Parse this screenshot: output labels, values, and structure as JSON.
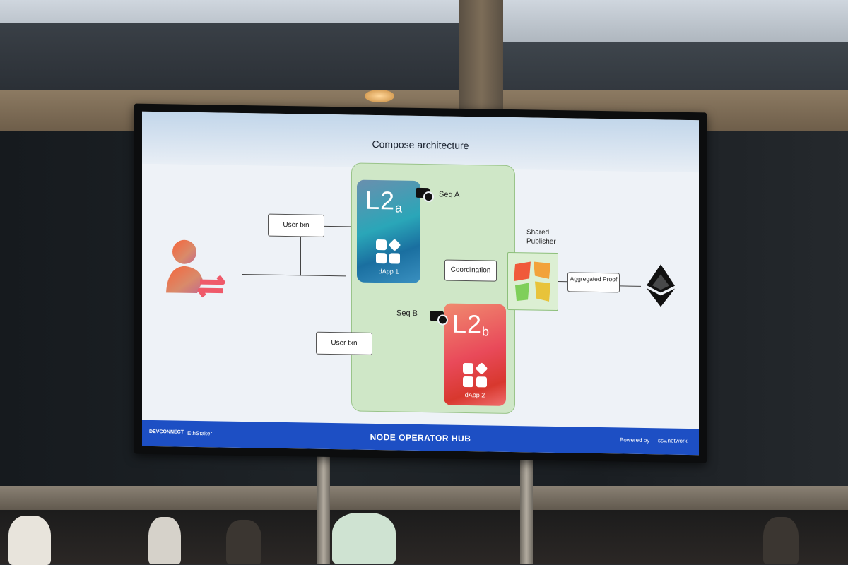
{
  "slide": {
    "title": "Compose architecture",
    "seq_a": "Seq A",
    "seq_b": "Seq B",
    "l2a": {
      "main": "L2",
      "sub": "a",
      "label": "dApp 1"
    },
    "l2b": {
      "main": "L2",
      "sub": "b",
      "label": "dApp 2"
    },
    "user_txn_top": "User txn",
    "user_txn_bottom": "User txn",
    "coordination": "Coordination",
    "shared_publisher": "Shared Publisher",
    "aggregated_proof": "Aggregated Proof"
  },
  "footer": {
    "left_logo": "DEVCONNECT",
    "left_partner": "EthStaker",
    "center": "NODE OPERATOR HUB",
    "right_prefix": "Powered by",
    "right_brand": "ssv.network"
  },
  "colors": {
    "footer": "#1d4fc4",
    "panel": "#cfe7c7",
    "l2a": "#2aa6b8",
    "l2b": "#e94a5a"
  }
}
